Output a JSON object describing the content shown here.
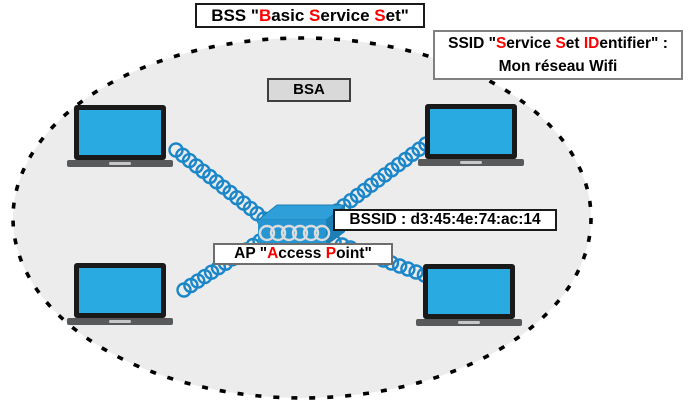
{
  "colors": {
    "accent_red": "#FF0000",
    "device_blue": "#29ABE2",
    "link_blue": "#1B87C9",
    "area_fill": "#ECECEC",
    "bsa_box_fill": "#D9D9D9",
    "ap_top": "#2E9FD9",
    "ap_front": "#2696D3",
    "ap_side": "#1C7FB5",
    "ring_gray": "#DCDCDC"
  },
  "labels": {
    "bss_title": [
      {
        "t": "BSS \""
      },
      {
        "t": "B",
        "c": "#FF0000"
      },
      {
        "t": "asic "
      },
      {
        "t": "S",
        "c": "#FF0000"
      },
      {
        "t": "ervice "
      },
      {
        "t": "S",
        "c": "#FF0000"
      },
      {
        "t": "et\""
      }
    ],
    "ssid_line1": [
      {
        "t": "SSID \""
      },
      {
        "t": "S",
        "c": "#FF0000"
      },
      {
        "t": "ervice "
      },
      {
        "t": "S",
        "c": "#FF0000"
      },
      {
        "t": "et "
      },
      {
        "t": "ID",
        "c": "#FF0000"
      },
      {
        "t": "entifier\" :"
      }
    ],
    "ssid_line2": "Mon réseau Wifi",
    "bsa": "BSA",
    "bssid": "BSSID : d3:45:4e:74:ac:14",
    "ap": [
      {
        "t": "AP \""
      },
      {
        "t": "A",
        "c": "#FF0000"
      },
      {
        "t": "ccess "
      },
      {
        "t": "P",
        "c": "#FF0000"
      },
      {
        "t": "oint\""
      }
    ]
  },
  "icons": {
    "laptop": "laptop-icon (blue screen client station)",
    "access_point": "access-point-icon (blue 3d box with rings)",
    "wireless_link": "coiled-wireless-link (chain of blue rings)"
  }
}
